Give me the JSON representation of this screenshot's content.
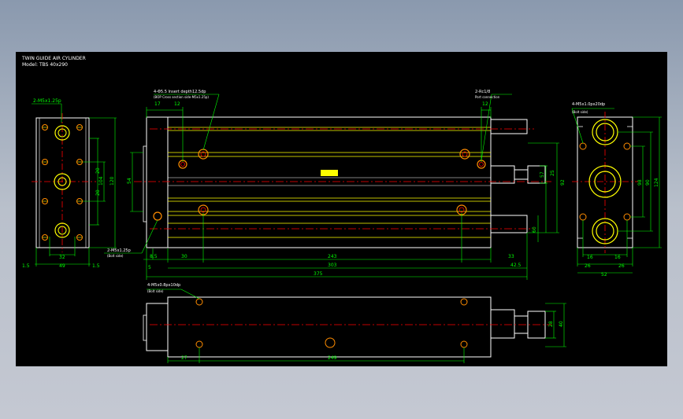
{
  "title": {
    "line1": "TWIN GUIDE AIR CYLINDER",
    "line2": "Model: TBS 40x290"
  },
  "notes": {
    "n_left_top": "2-M5x1.25p",
    "n_top_left_1": "4-Φ5.5 Insert depth12.5dp",
    "n_top_left_2": "(BOP Cross section side-M5x1.25p)",
    "n_top_right_1": "2-Rc1/8",
    "n_top_right_2": "Port connection",
    "n_right_top_1": "4-M5x1.0px20dp",
    "n_right_top_2": "(Bolt side)",
    "n_left_bot_1": "2-M5x1.25p",
    "n_left_bot_2": "(Bolt side)",
    "n_bot_1": "4-M5x0.8px10dp",
    "n_bot_2": "(Bolt side)"
  },
  "dims": {
    "d1_5_l": "1.5",
    "d49": "49",
    "d1_5_r": "1.5",
    "d32": "32",
    "d20a": "20",
    "d20b": "20",
    "d104": "104",
    "d120": "120",
    "d17": "17",
    "d12a": "12",
    "d12b": "12",
    "d54": "54",
    "d5": "5",
    "d8_5": "8.5",
    "d30": "30",
    "d243": "243",
    "d33": "33",
    "d303": "303",
    "d42_5": "42.5",
    "d375": "375",
    "d57": "57",
    "d25": "25",
    "d92": "92",
    "d60": "60",
    "d16a": "16",
    "d16b": "16",
    "d26a": "26",
    "d26b": "26",
    "d52": "52",
    "d98": "98",
    "d90": "90",
    "d124": "124",
    "d27": "27",
    "d249": "249",
    "d28": "28",
    "d40": "40"
  },
  "colors": {
    "outline": "#ffffff",
    "yellow": "#ffff00",
    "dimension": "#00ff00",
    "center": "#ff0000",
    "hole": "#ff8c00",
    "background": "#000000"
  }
}
